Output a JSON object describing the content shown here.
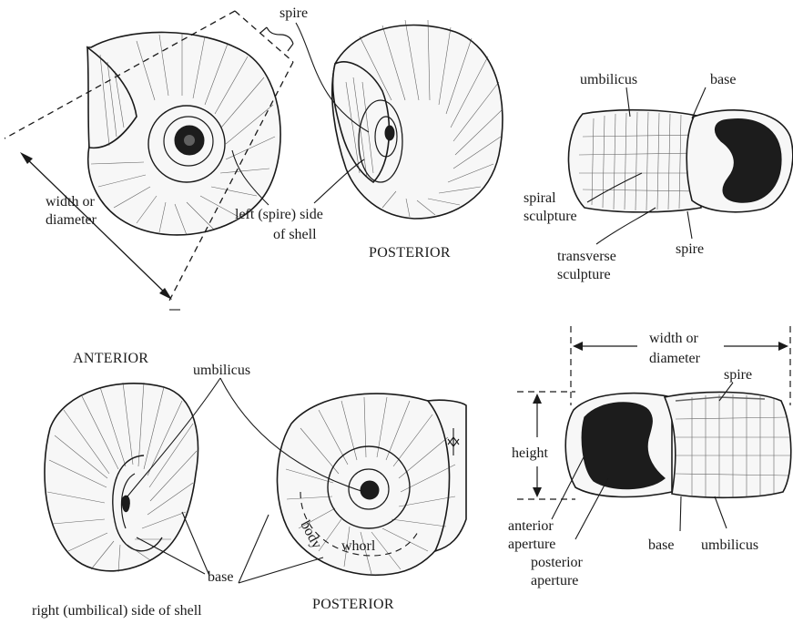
{
  "figure": {
    "orientation": {
      "posterior_top": "POSTERIOR",
      "anterior": "ANTERIOR",
      "posterior_bottom": "POSTERIOR"
    },
    "labels": {
      "spire_top": "spire",
      "width_or_top": "width or",
      "diameter_top": "diameter",
      "left_side_1": "left (spire) side",
      "left_side_2": "of shell",
      "umbilicus_top": "umbilicus",
      "base_top": "base",
      "spiral_1": "spiral",
      "spiral_2": "sculpture",
      "transverse_1": "transverse",
      "transverse_2": "sculpture",
      "spire_mid": "spire",
      "umbilicus_mid": "umbilicus",
      "base_bottom": "base",
      "right_side": "right (umbilical) side of shell",
      "body": "body",
      "whorl": "whorl",
      "width_or_bottom": "width or",
      "diameter_bottom": "diameter",
      "spire_bottom": "spire",
      "height": "height",
      "anterior_ap_1": "anterior",
      "anterior_ap_2": "aperture",
      "posterior_ap_1": "posterior",
      "posterior_ap_2": "aperture",
      "base_br": "base",
      "umbilicus_br": "umbilicus"
    }
  }
}
